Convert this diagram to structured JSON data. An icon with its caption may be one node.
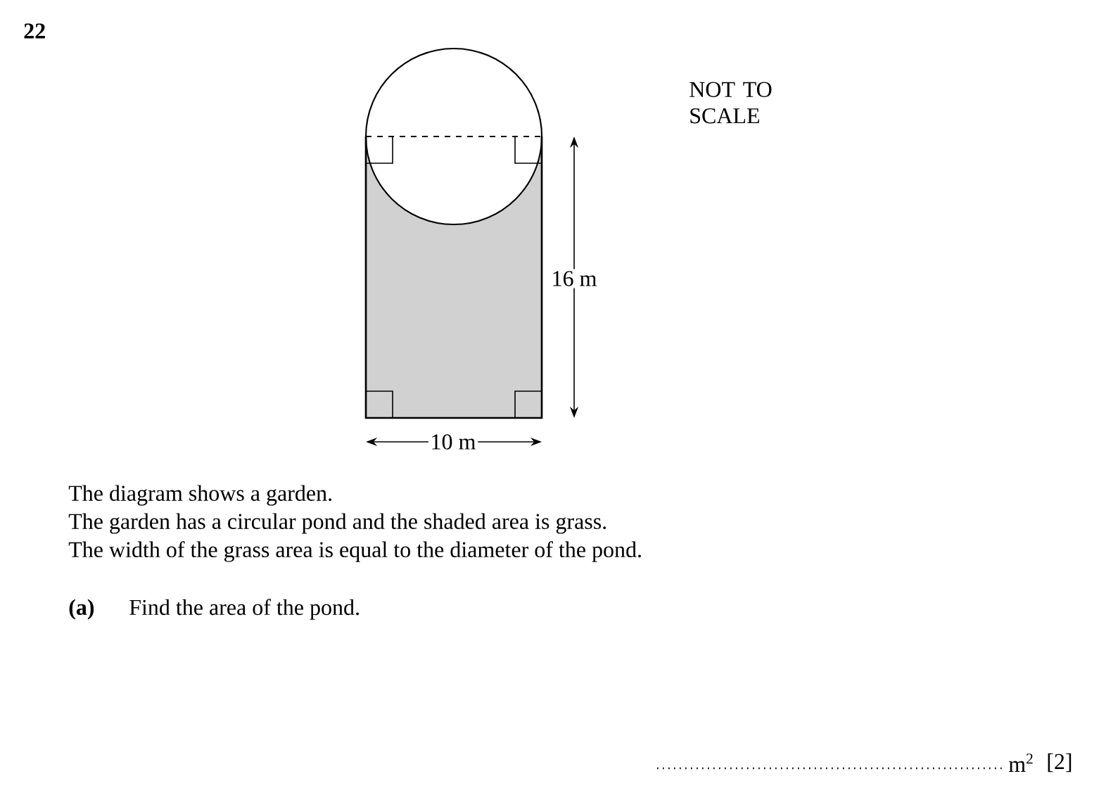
{
  "diagram": {
    "labels": [
      "22",
      "NOT TO SCALE",
      "16 m",
      "10 m",
      "The diagram shows a garden.",
      "The garden has a circular pond and the shaded area is grass.",
      "The width of the grass area is equal to the diameter of the pond.",
      "(a)",
      "Find the area of the pond.",
      "m$^{2}$",
      "[2]"
    ]
  }
}
